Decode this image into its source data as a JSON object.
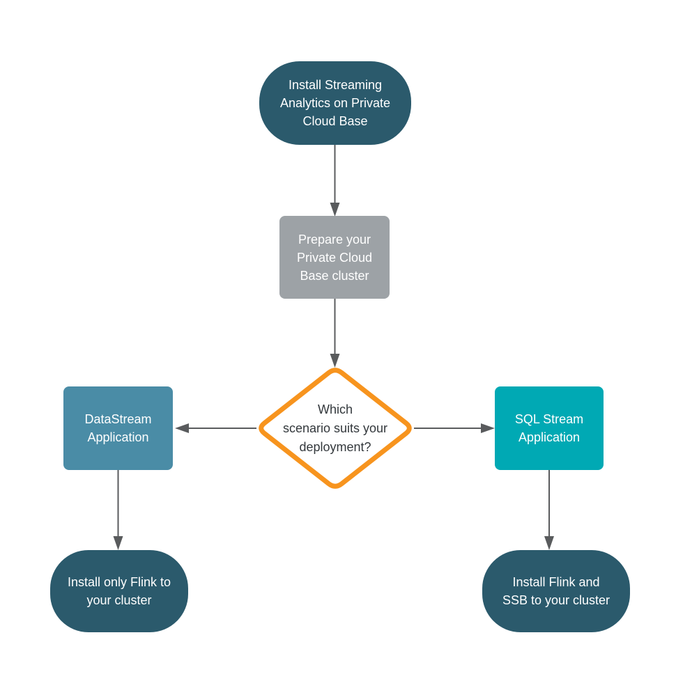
{
  "diagram": {
    "type": "flowchart",
    "colors": {
      "dark_teal": "#2B5A6C",
      "gray": "#9DA2A6",
      "steel_blue": "#4A8CA6",
      "teal": "#00A9B4",
      "orange": "#F7941E",
      "arrow": "#595B5D",
      "node_text": "#FFFFFF",
      "decision_text": "#33383C",
      "background": "#FFFFFF"
    },
    "nodes": {
      "start": {
        "shape": "stadium",
        "label": "Install Streaming Analytics on Private Cloud Base",
        "lines": [
          "Install Streaming",
          "Analytics on Private",
          "Cloud Base"
        ]
      },
      "prepare": {
        "shape": "rounded-rectangle",
        "label": "Prepare your Private Cloud Base cluster",
        "lines": [
          "Prepare your",
          "Private Cloud",
          "Base cluster"
        ]
      },
      "decision": {
        "shape": "diamond",
        "label": "Which scenario suits your deployment?",
        "lines": [
          "Which",
          "scenario suits your",
          "deployment?"
        ]
      },
      "datastream": {
        "shape": "rounded-rectangle",
        "label": "DataStream Application",
        "lines": [
          "DataStream",
          "Application"
        ]
      },
      "sqlstream": {
        "shape": "rounded-rectangle",
        "label": "SQL Stream Application",
        "lines": [
          "SQL Stream",
          "Application"
        ]
      },
      "install_flink": {
        "shape": "stadium",
        "label": "Install only Flink to your cluster",
        "lines": [
          "Install only Flink to",
          "your cluster"
        ]
      },
      "install_flink_ssb": {
        "shape": "stadium",
        "label": "Install Flink and SSB to your cluster",
        "lines": [
          "Install Flink and",
          "SSB to your cluster"
        ]
      }
    },
    "edges": [
      {
        "from": "start",
        "to": "prepare"
      },
      {
        "from": "prepare",
        "to": "decision"
      },
      {
        "from": "decision",
        "to": "datastream"
      },
      {
        "from": "decision",
        "to": "sqlstream"
      },
      {
        "from": "datastream",
        "to": "install_flink"
      },
      {
        "from": "sqlstream",
        "to": "install_flink_ssb"
      }
    ]
  }
}
